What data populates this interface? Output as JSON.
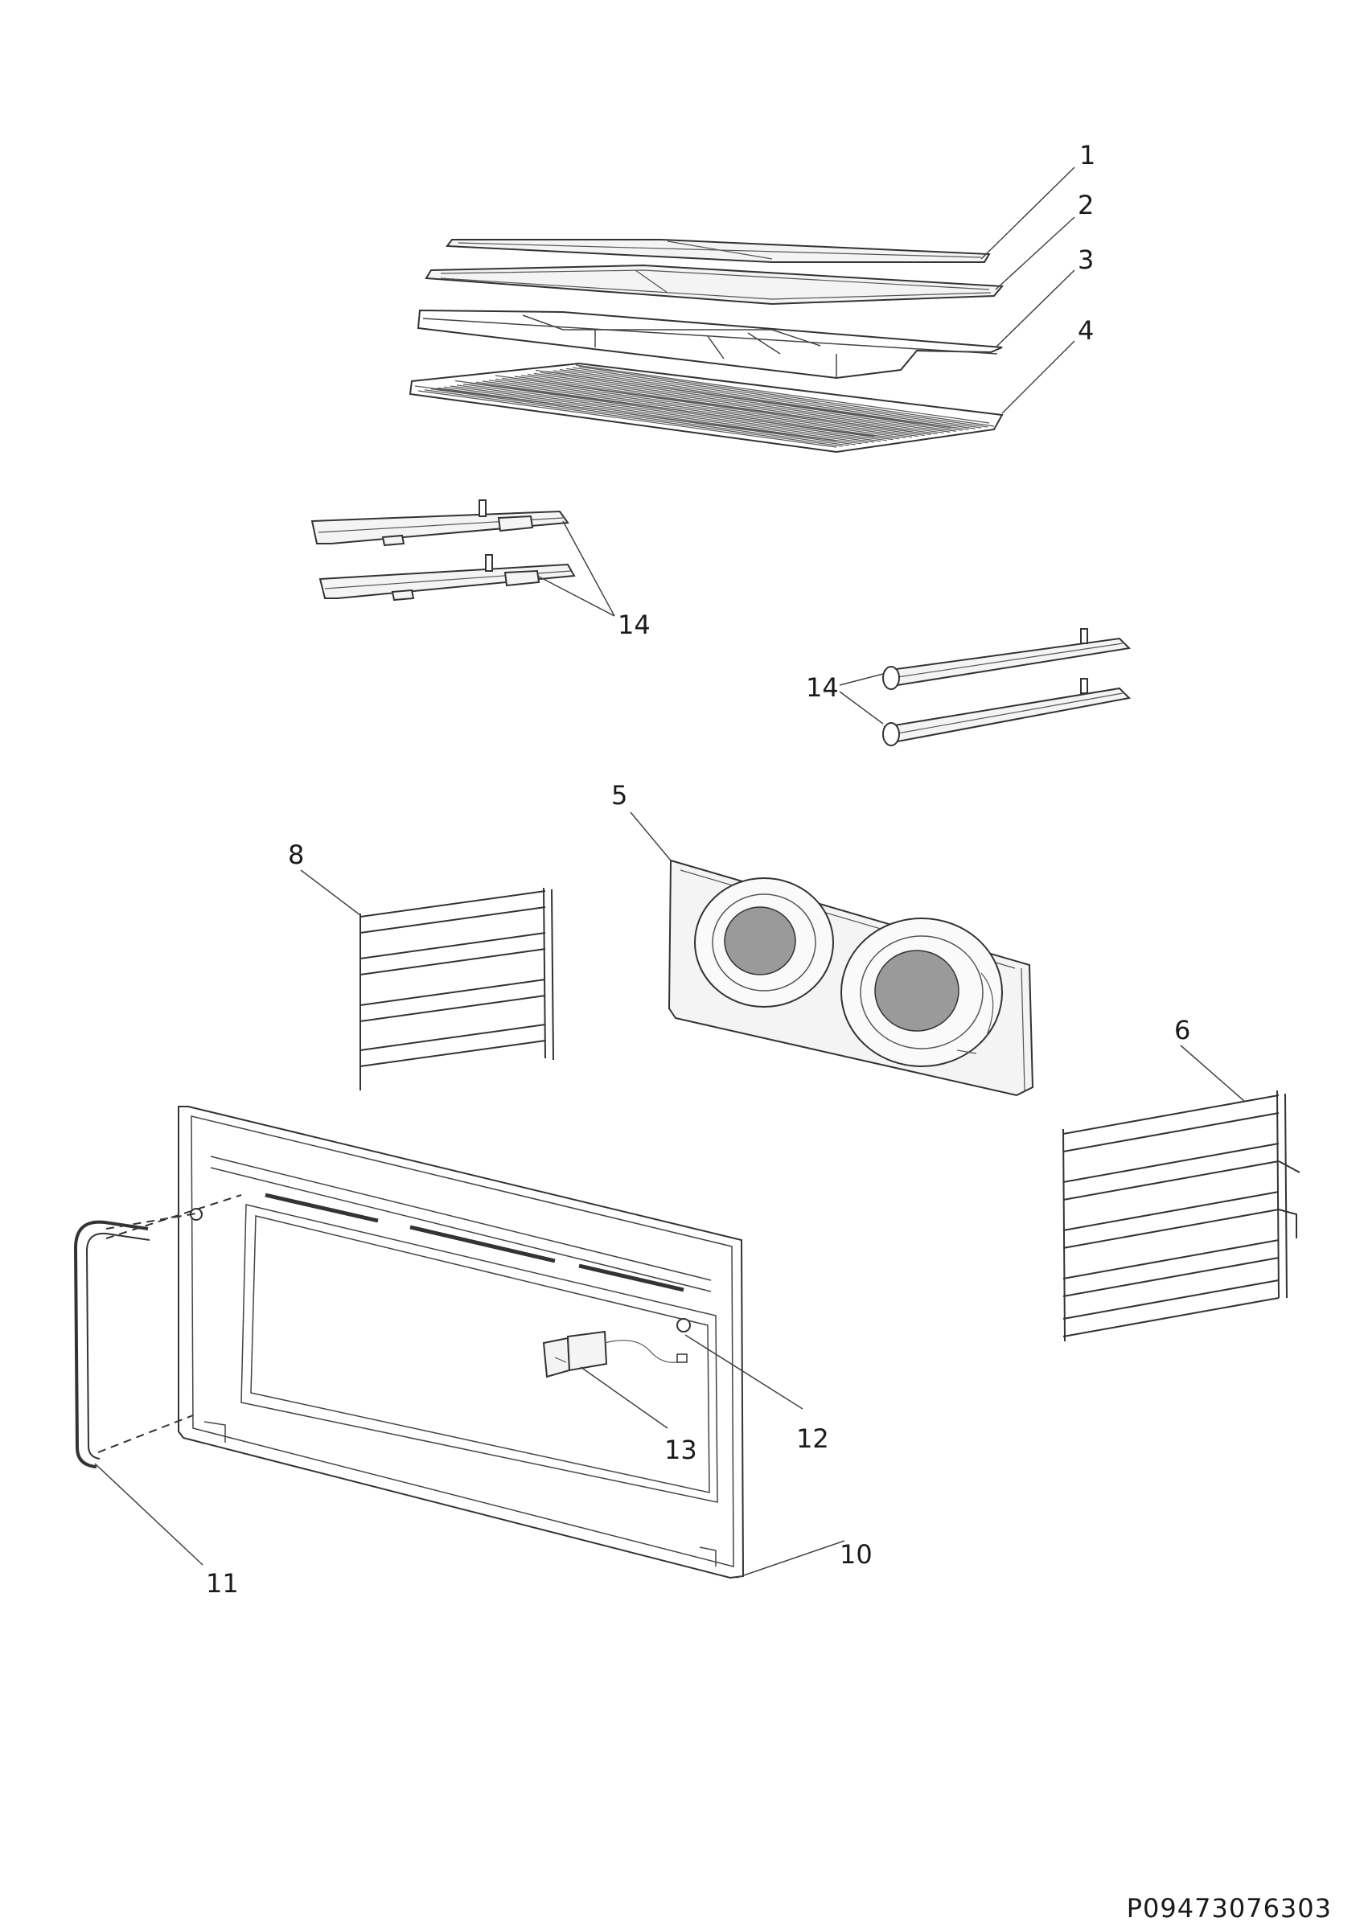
{
  "diagram": {
    "callouts": [
      "1",
      "2",
      "3",
      "4",
      "14",
      "14",
      "5",
      "8",
      "6",
      "10",
      "11",
      "12",
      "13"
    ],
    "document_id": "P09473076303"
  },
  "parts": [
    {
      "name": "wire-mesh-shelf-tray"
    },
    {
      "name": "baking-tray"
    },
    {
      "name": "wire-shelf-frame"
    },
    {
      "name": "wire-grid-shelf"
    },
    {
      "name": "telescopic-runners"
    },
    {
      "name": "rear-fan-panel"
    },
    {
      "name": "left-shelf-support"
    },
    {
      "name": "right-shelf-support"
    },
    {
      "name": "oven-front-frame"
    },
    {
      "name": "door-seal"
    },
    {
      "name": "lamp-assembly"
    },
    {
      "name": "lamp-cover"
    }
  ]
}
